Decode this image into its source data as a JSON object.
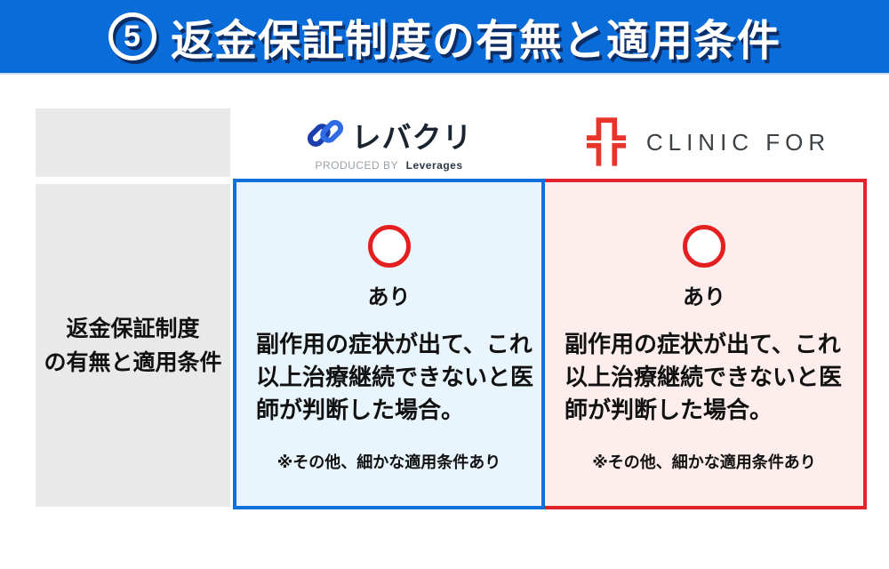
{
  "header": {
    "number": "5",
    "title": "返金保証制度の有無と適用条件",
    "bg_color": "#0a6cd9",
    "shadow_color": "#0d2d66"
  },
  "table": {
    "row_label_lines": [
      "返金保証制度",
      "の有無と適用条件"
    ],
    "columns": [
      {
        "id": "levacli",
        "brand": {
          "name": "レバクリ",
          "subtext_prefix": "PRODUCED BY",
          "subtext_brand": "Leverages",
          "icon": "chain-link-icon"
        },
        "accent_border": "#0e6fdd",
        "cell_bg": "#e9f5fc",
        "availability": {
          "symbol": "circle-mark-icon",
          "label": "あり",
          "symbol_color": "#e3201f"
        },
        "body_lines": [
          "副作用の症状が出て、これ",
          "以上治療継続できないと医",
          "師が判断した場合。"
        ],
        "note": "※その他、細かな適用条件あり"
      },
      {
        "id": "clinicfor",
        "brand": {
          "name": "CLINIC FOR",
          "icon": "medical-cross-icon"
        },
        "accent_border": "#e3222a",
        "cell_bg": "#fdeded",
        "availability": {
          "symbol": "circle-mark-icon",
          "label": "あり",
          "symbol_color": "#e3201f"
        },
        "body_lines": [
          "副作用の症状が出て、これ",
          "以上治療継続できないと医",
          "師が判断した場合。"
        ],
        "note": "※その他、細かな適用条件あり"
      }
    ]
  }
}
